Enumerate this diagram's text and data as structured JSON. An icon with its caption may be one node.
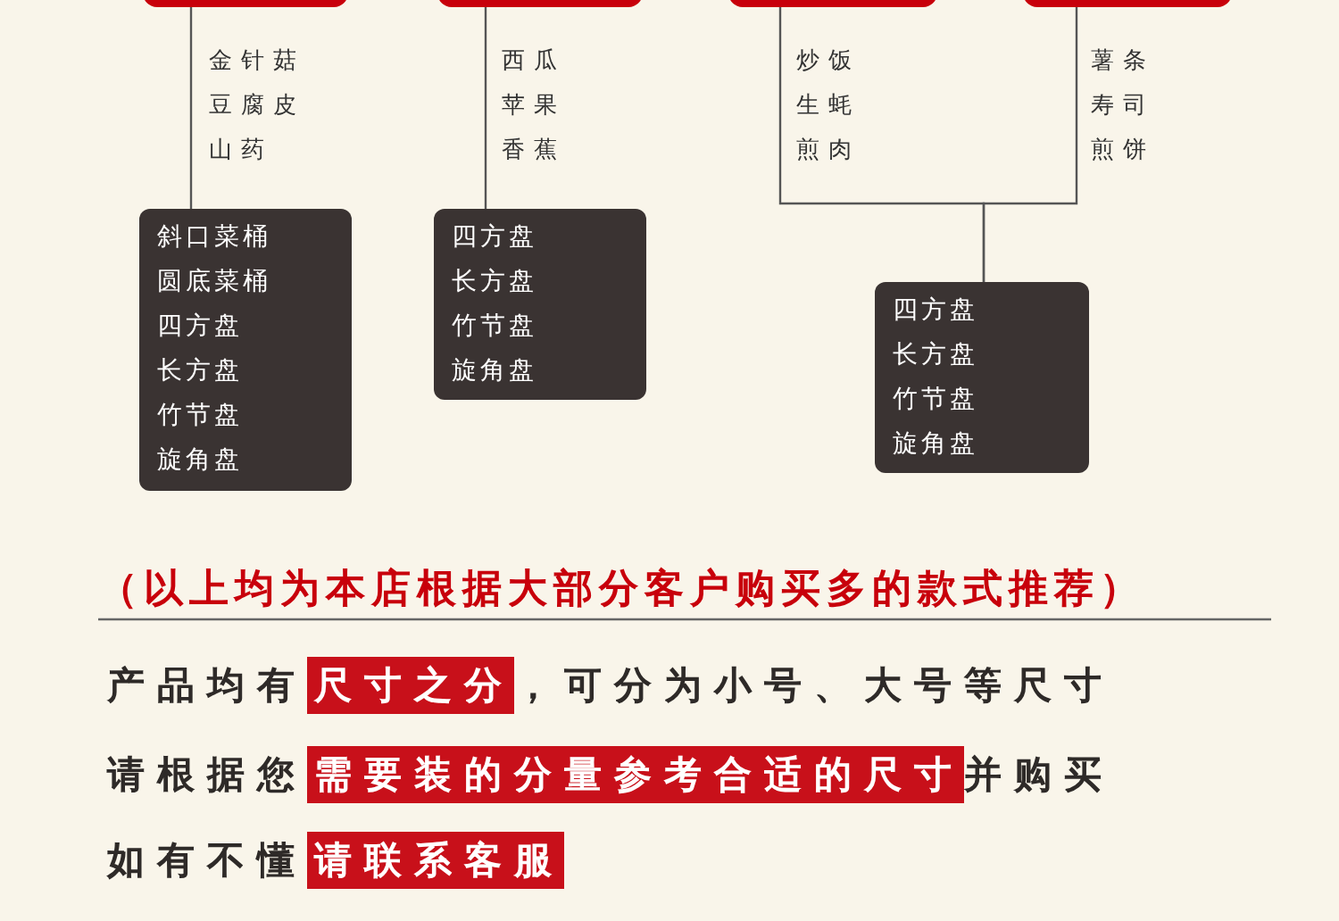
{
  "diagram": {
    "nodes": [
      {
        "text": [],
        "shape": "box"
      },
      {
        "text": [],
        "shape": "box"
      },
      {
        "text": [],
        "shape": "box"
      },
      {
        "text": [],
        "shape": "box"
      },
      {
        "text": [
          "斜口菜桶",
          "圆底菜桶",
          "四方盘",
          "长方盘",
          "竹节盘",
          "旋角盘"
        ]
      },
      {
        "text": [
          "四方盘",
          "长方盘",
          "竹节盘",
          "旋角盘"
        ]
      },
      {
        "text": [
          "四方盘",
          "长方盘",
          "竹节盘",
          "旋角盘"
        ]
      }
    ],
    "edges": [
      {
        "from": 0,
        "to": 4,
        "arrow": "none"
      },
      {
        "from": 1,
        "to": 5,
        "arrow": "none"
      },
      {
        "from": 2,
        "to": 6,
        "arrow": "none"
      },
      {
        "from": 3,
        "to": 6,
        "arrow": "none"
      }
    ],
    "labels": [
      "金针菇",
      "西瓜",
      "炒饭",
      "薯条",
      "豆腐皮",
      "苹果",
      "生蚝",
      "寿司",
      "山药",
      "香蕉",
      "煎肉",
      "煎饼",
      "（以上均为本店根据大部分客户购买多的款式推荐）",
      "产品均有",
      "尺寸之分",
      "，可分为小号、大号等尺寸",
      "请根据您",
      "需要装的分量参考合适的尺寸",
      "并购买",
      "如有不懂",
      "请联系客服"
    ]
  }
}
